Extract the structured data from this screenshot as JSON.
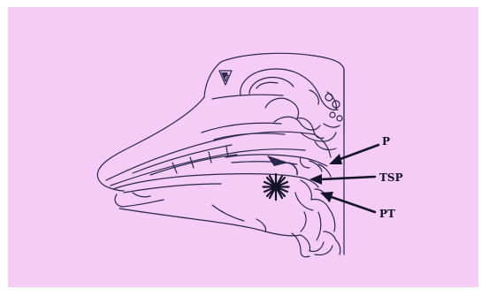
{
  "colors": {
    "background": "#ffffff",
    "paper": "#f4ccf6",
    "ink": "#2a2650",
    "label": "#15132c"
  },
  "labels": {
    "p": "P",
    "tsp": "TSP",
    "pt": "PT"
  }
}
